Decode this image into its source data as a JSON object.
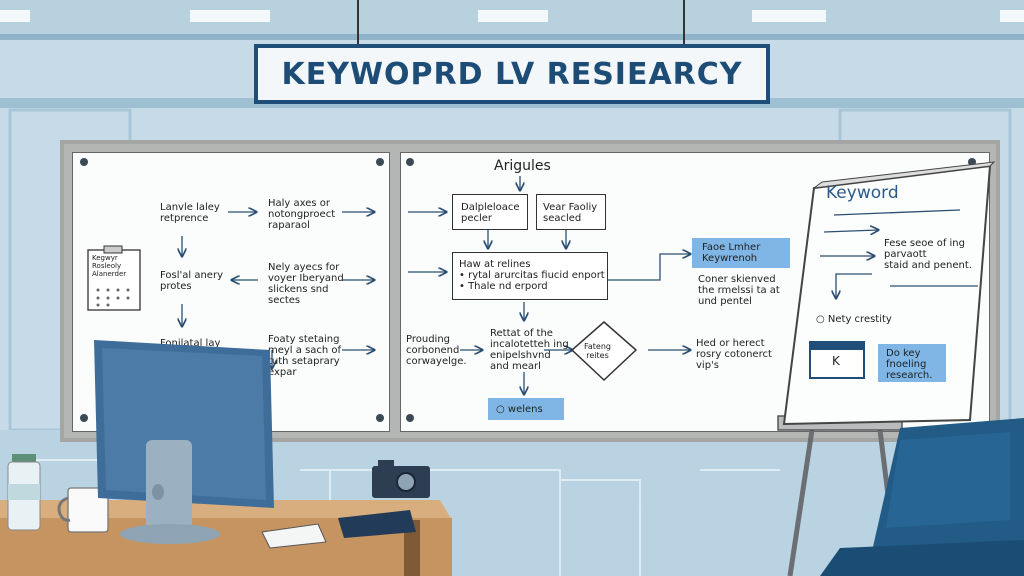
{
  "sign": {
    "title": "KEYWOPRD LV RESIEARCY"
  },
  "left_board": {
    "row1": {
      "col1": "Lanvle laley\nretprence",
      "col2": "Haly axes or\nnotongproect\nraparaol"
    },
    "row2": {
      "col1": "Fosl'al anery\nprotes",
      "col2": "Nely ayecs for\nvoyer Iberyand\nslickens snd\nsectes"
    },
    "row3": {
      "col1": "Fonilatal lay",
      "col2": "Foaty stetaing\nmeyl a sach of\ntuth setaprary\nexpar"
    },
    "clipboard_text": "Kegwyr\nRosleoly\nAlanerder"
  },
  "middle_board": {
    "header": "Arigules",
    "box1": "Dalpleloace\npecler",
    "box2": "Vear Faoliy\nseacled",
    "box3": "Haw at relines\n• rytal arurcitas fiucid enport\n• Thale nd erpord",
    "left_text": "Prouding\ncorbonend\ncorwayelge.",
    "mid_text": "Rettat of the\nincalotetteh ing\nenipelshvnd\nand mearl",
    "diamond": "Fateng\nreites",
    "right_text": "Hed or herect\nrosry cotonerct\nvip's",
    "blue_bottom": "○ welens",
    "blue_right": "Faoe Lmher\nKeywrenoh",
    "below_blue": "Coner skienved\nthe rmelssi ta at\nund pentel"
  },
  "easel": {
    "title": "Keyword",
    "text1": "Fese seoe of ing\nparvaott\nstaid and penent.",
    "radio_label": "○ Nety crestity",
    "key_icon_letter": "K",
    "blue_text": "Do key\nfnoeling\nresearch."
  }
}
